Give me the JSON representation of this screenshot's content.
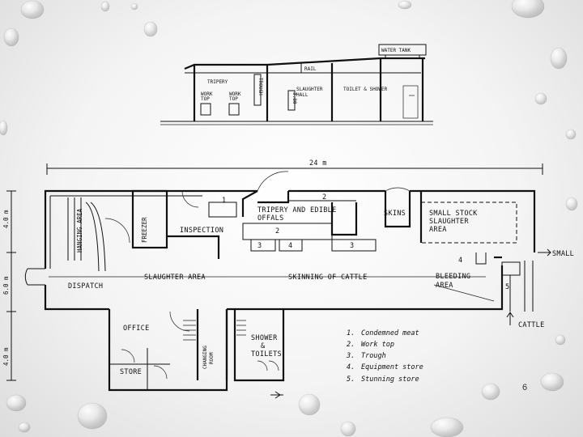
{
  "elevation": {
    "water_tank": "WATER TANK",
    "rail": "RAIL",
    "tripery": "TRIPERY",
    "work_top_1": [
      "WORK",
      "TOP"
    ],
    "work_top_2": [
      "WORK",
      "TOP"
    ],
    "trough": "TROUGH",
    "slaughter_hall": [
      "SLAUGHTER",
      "HALL"
    ],
    "toilet_shower": "TOILET  &  SHOWER",
    "height_mark": "3.80"
  },
  "plan": {
    "overall_width": "24 m",
    "dim_top": "4.0 m",
    "dim_mid": "6.0 m",
    "dim_bottom": "4.0 m",
    "hanging_area": "HANGING AREA",
    "freezer": "FREEZER",
    "inspection": "INSPECTION",
    "tripery_offals": [
      "TRIPERY   AND EDIBLE",
      "OFFALS"
    ],
    "skins": "SKINS",
    "small_stock": [
      "SMALL  STOCK",
      "SLAUGHTER",
      "AREA"
    ],
    "small": "SMALL",
    "slaughter_area": "SLAUGHTER   AREA",
    "skinning": "SKINNING  OF CATTLE",
    "bleeding_area": [
      "BLEEDING",
      "AREA"
    ],
    "dispatch": "DISPATCH",
    "office": "OFFICE",
    "store": "STORE",
    "changing_room": [
      "CHANGING",
      "ROOM"
    ],
    "shower_toilets": [
      "SHOWER",
      "&",
      "TOILETS"
    ],
    "cattle": "CATTLE",
    "num_1": "1",
    "num_2a": "2",
    "num_2b": "2",
    "num_3a": "3",
    "num_3b": "3",
    "num_4a": "4",
    "num_4b": "4",
    "num_5": "5"
  },
  "legend": [
    {
      "num": "1.",
      "text": "Condemned  meat"
    },
    {
      "num": "2.",
      "text": "Work top"
    },
    {
      "num": "3.",
      "text": "Trough"
    },
    {
      "num": "4.",
      "text": "Equipment  store"
    },
    {
      "num": "5.",
      "text": "Stunning store"
    }
  ],
  "page_number": "6"
}
